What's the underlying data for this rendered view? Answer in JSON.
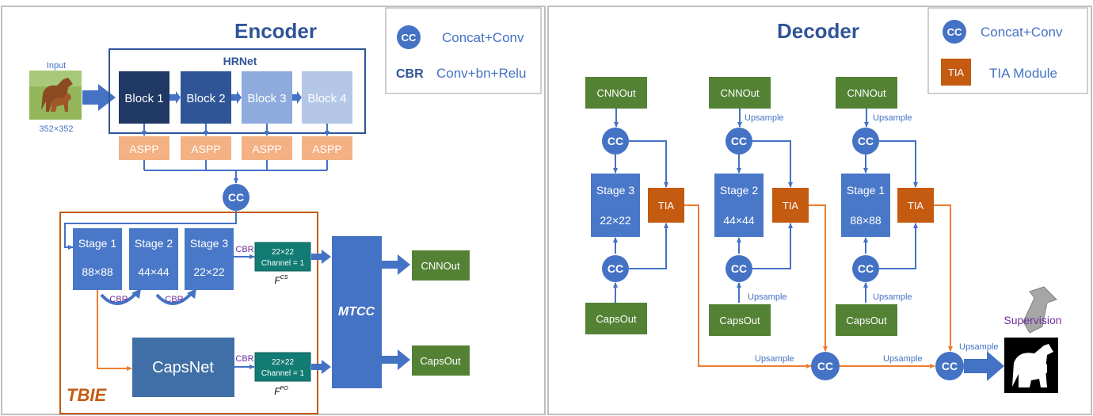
{
  "encoder": {
    "title": "Encoder",
    "legend": {
      "cc_badge": "CC",
      "cc_label": "Concat+Conv",
      "cbr_badge": "CBR",
      "cbr_label": "Conv+bn+Relu"
    },
    "input_label": "Input",
    "input_size": "352×352",
    "hrnet_label": "HRNet",
    "blocks": [
      "Block 1",
      "Block 2",
      "Block 3",
      "Block 4"
    ],
    "aspp": [
      "ASPP",
      "ASPP",
      "ASPP",
      "ASPP"
    ],
    "cc": "CC",
    "stages": [
      {
        "name": "Stage 1",
        "size": "88×88"
      },
      {
        "name": "Stage 2",
        "size": "44×44"
      },
      {
        "name": "Stage 3",
        "size": "22×22"
      }
    ],
    "cbr": "CBR",
    "conv_box_size": "22×22",
    "conv_box_channel": "Channel = 1",
    "f_cs_base": "F",
    "f_cs_sup": "CS",
    "f_po_base": "F",
    "f_po_sup": "PO",
    "capsnet": "CapsNet",
    "mtcc": "MTCC",
    "cnn_out": "CNNOut",
    "caps_out": "CapsOut",
    "tbie": "TBIE"
  },
  "decoder": {
    "title": "Decoder",
    "legend": {
      "cc_badge": "CC",
      "cc_label": "Concat+Conv",
      "tia_badge": "TIA",
      "tia_label": "TIA Module"
    },
    "columns": [
      {
        "cnn": "CNNOut",
        "stage": "Stage 3",
        "size": "22×22",
        "caps": "CapsOut",
        "up_top": "",
        "up_bottom": ""
      },
      {
        "cnn": "CNNOut",
        "stage": "Stage 2",
        "size": "44×44",
        "caps": "CapsOut",
        "up_top": "Upsample",
        "up_bottom": "Upsample"
      },
      {
        "cnn": "CNNOut",
        "stage": "Stage 1",
        "size": "88×88",
        "caps": "CapsOut",
        "up_top": "Upsample",
        "up_bottom": "Upsample"
      }
    ],
    "cc": "CC",
    "tia": "TIA",
    "upsample": "Upsample",
    "supervision": "Supervision"
  },
  "colors": {
    "blue": "#4472C4",
    "stage_blue": "#4A78C8",
    "green": "#548235",
    "orange": "#C55A11",
    "teal": "#127B73",
    "aspp": "#F4B183",
    "purple": "#7030A0",
    "title_blue": "#2F5597"
  }
}
